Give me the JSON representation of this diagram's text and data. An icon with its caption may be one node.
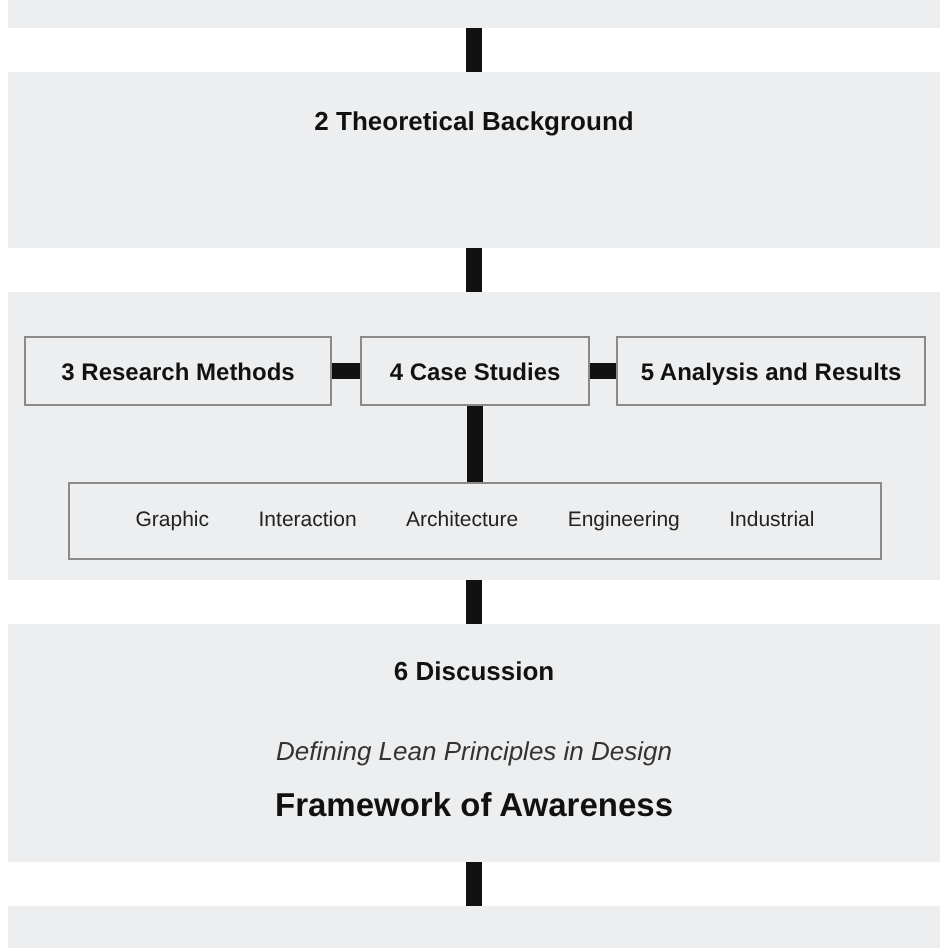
{
  "diagram": {
    "nodes": [
      {
        "text": [],
        "shape": "box"
      },
      {
        "text": [
          "2 Theoretical Background"
        ]
      },
      {
        "text": [],
        "shape": "box"
      },
      {
        "text": [
          "3 Research Methods"
        ],
        "in": 2
      },
      {
        "text": [
          "4 Case Studies"
        ],
        "in": 2
      },
      {
        "text": [
          "5 Analysis and Results"
        ],
        "in": 2
      },
      {
        "text": [
          "Graphic",
          "Interaction",
          "Architecture",
          "Engineering",
          "Industrial"
        ],
        "in": 2
      },
      {
        "text": [
          "6 Discussion",
          "Defining Lean Principles in Design",
          "Framework of Awareness"
        ]
      },
      {
        "text": [],
        "shape": "box"
      }
    ],
    "edges": [
      {
        "from": 0,
        "to": 1,
        "arrow": "none"
      },
      {
        "from": 1,
        "to": 2,
        "arrow": "none"
      },
      {
        "from": 3,
        "to": 4,
        "arrow": "none"
      },
      {
        "from": 4,
        "to": 5,
        "arrow": "none"
      },
      {
        "from": 4,
        "to": 6,
        "arrow": "none"
      },
      {
        "from": 2,
        "to": 7,
        "arrow": "none"
      },
      {
        "from": 7,
        "to": 8,
        "arrow": "none"
      }
    ]
  }
}
